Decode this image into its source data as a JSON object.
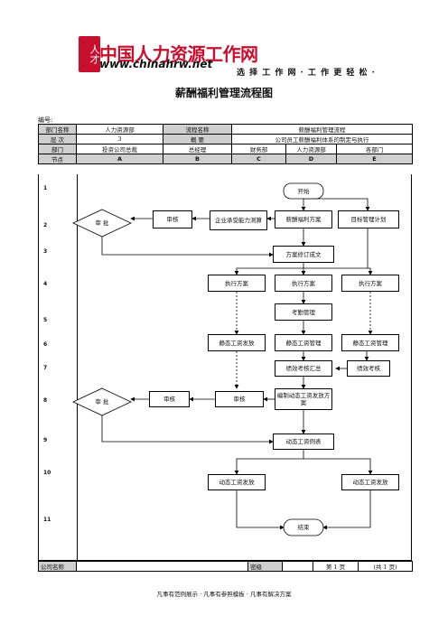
{
  "logo": {
    "mark": "人才",
    "cn": "中国人力资源工作网",
    "url": "www.chinahrw.net"
  },
  "slogan": "选 择 工 作 网 · 工 作 更 轻 松 ·",
  "title": "薪酬福利管理流程图",
  "biaohao": "编号:",
  "header": {
    "r1": [
      "部门名称",
      "人力资源部",
      "流程名称",
      "薪酬福利管理流程"
    ],
    "r2": [
      "层 次",
      "3",
      "概 要",
      "公司员工薪酬福利体系的制定与执行"
    ],
    "r3": [
      "部门",
      "投资公司总裁",
      "总经理",
      "财务部",
      "人力资源部",
      "各部门"
    ],
    "r4": [
      "节点",
      "A",
      "B",
      "C",
      "D",
      "E"
    ]
  },
  "rows": [
    "1",
    "2",
    "3",
    "4",
    "5",
    "6",
    "7",
    "8",
    "9",
    "10",
    "11"
  ],
  "nodes": {
    "start": "开始",
    "xinchou": "薪酬福利方案",
    "mubiao": "目标管理计划",
    "qiye": "企业承受能力测算",
    "shenhe1": "审核",
    "shenpi1": "审 批",
    "fangan": "方案修订成文",
    "zhixing_c": "执行方案",
    "zhixing_d": "执行方案",
    "zhixing_e": "执行方案",
    "kaoqin": "考勤管理",
    "jingtai_c": "静态工资发放",
    "jingtai_d": "静态工资管理",
    "jingtai_e": "静态工资管理",
    "jixiao_d": "绩效考核汇总",
    "jixiao_e": "绩效考核",
    "bianzhi": "编制动态工资发放方案",
    "shenhe_c": "审核",
    "shenhe_b": "审核",
    "shenpi2": "审 批",
    "dongtai_biao": "动态工资例表",
    "dongtai_c": "动态工资发放",
    "dongtai_e": "动态工资发放",
    "end": "结束"
  },
  "footer_row": {
    "company": "公司名称",
    "date": "密级",
    "page": "第 1 页",
    "total": "(共 1 页)"
  },
  "footer": "凡事有范例展示 · 凡事有参照模板 · 凡事有解决方案"
}
